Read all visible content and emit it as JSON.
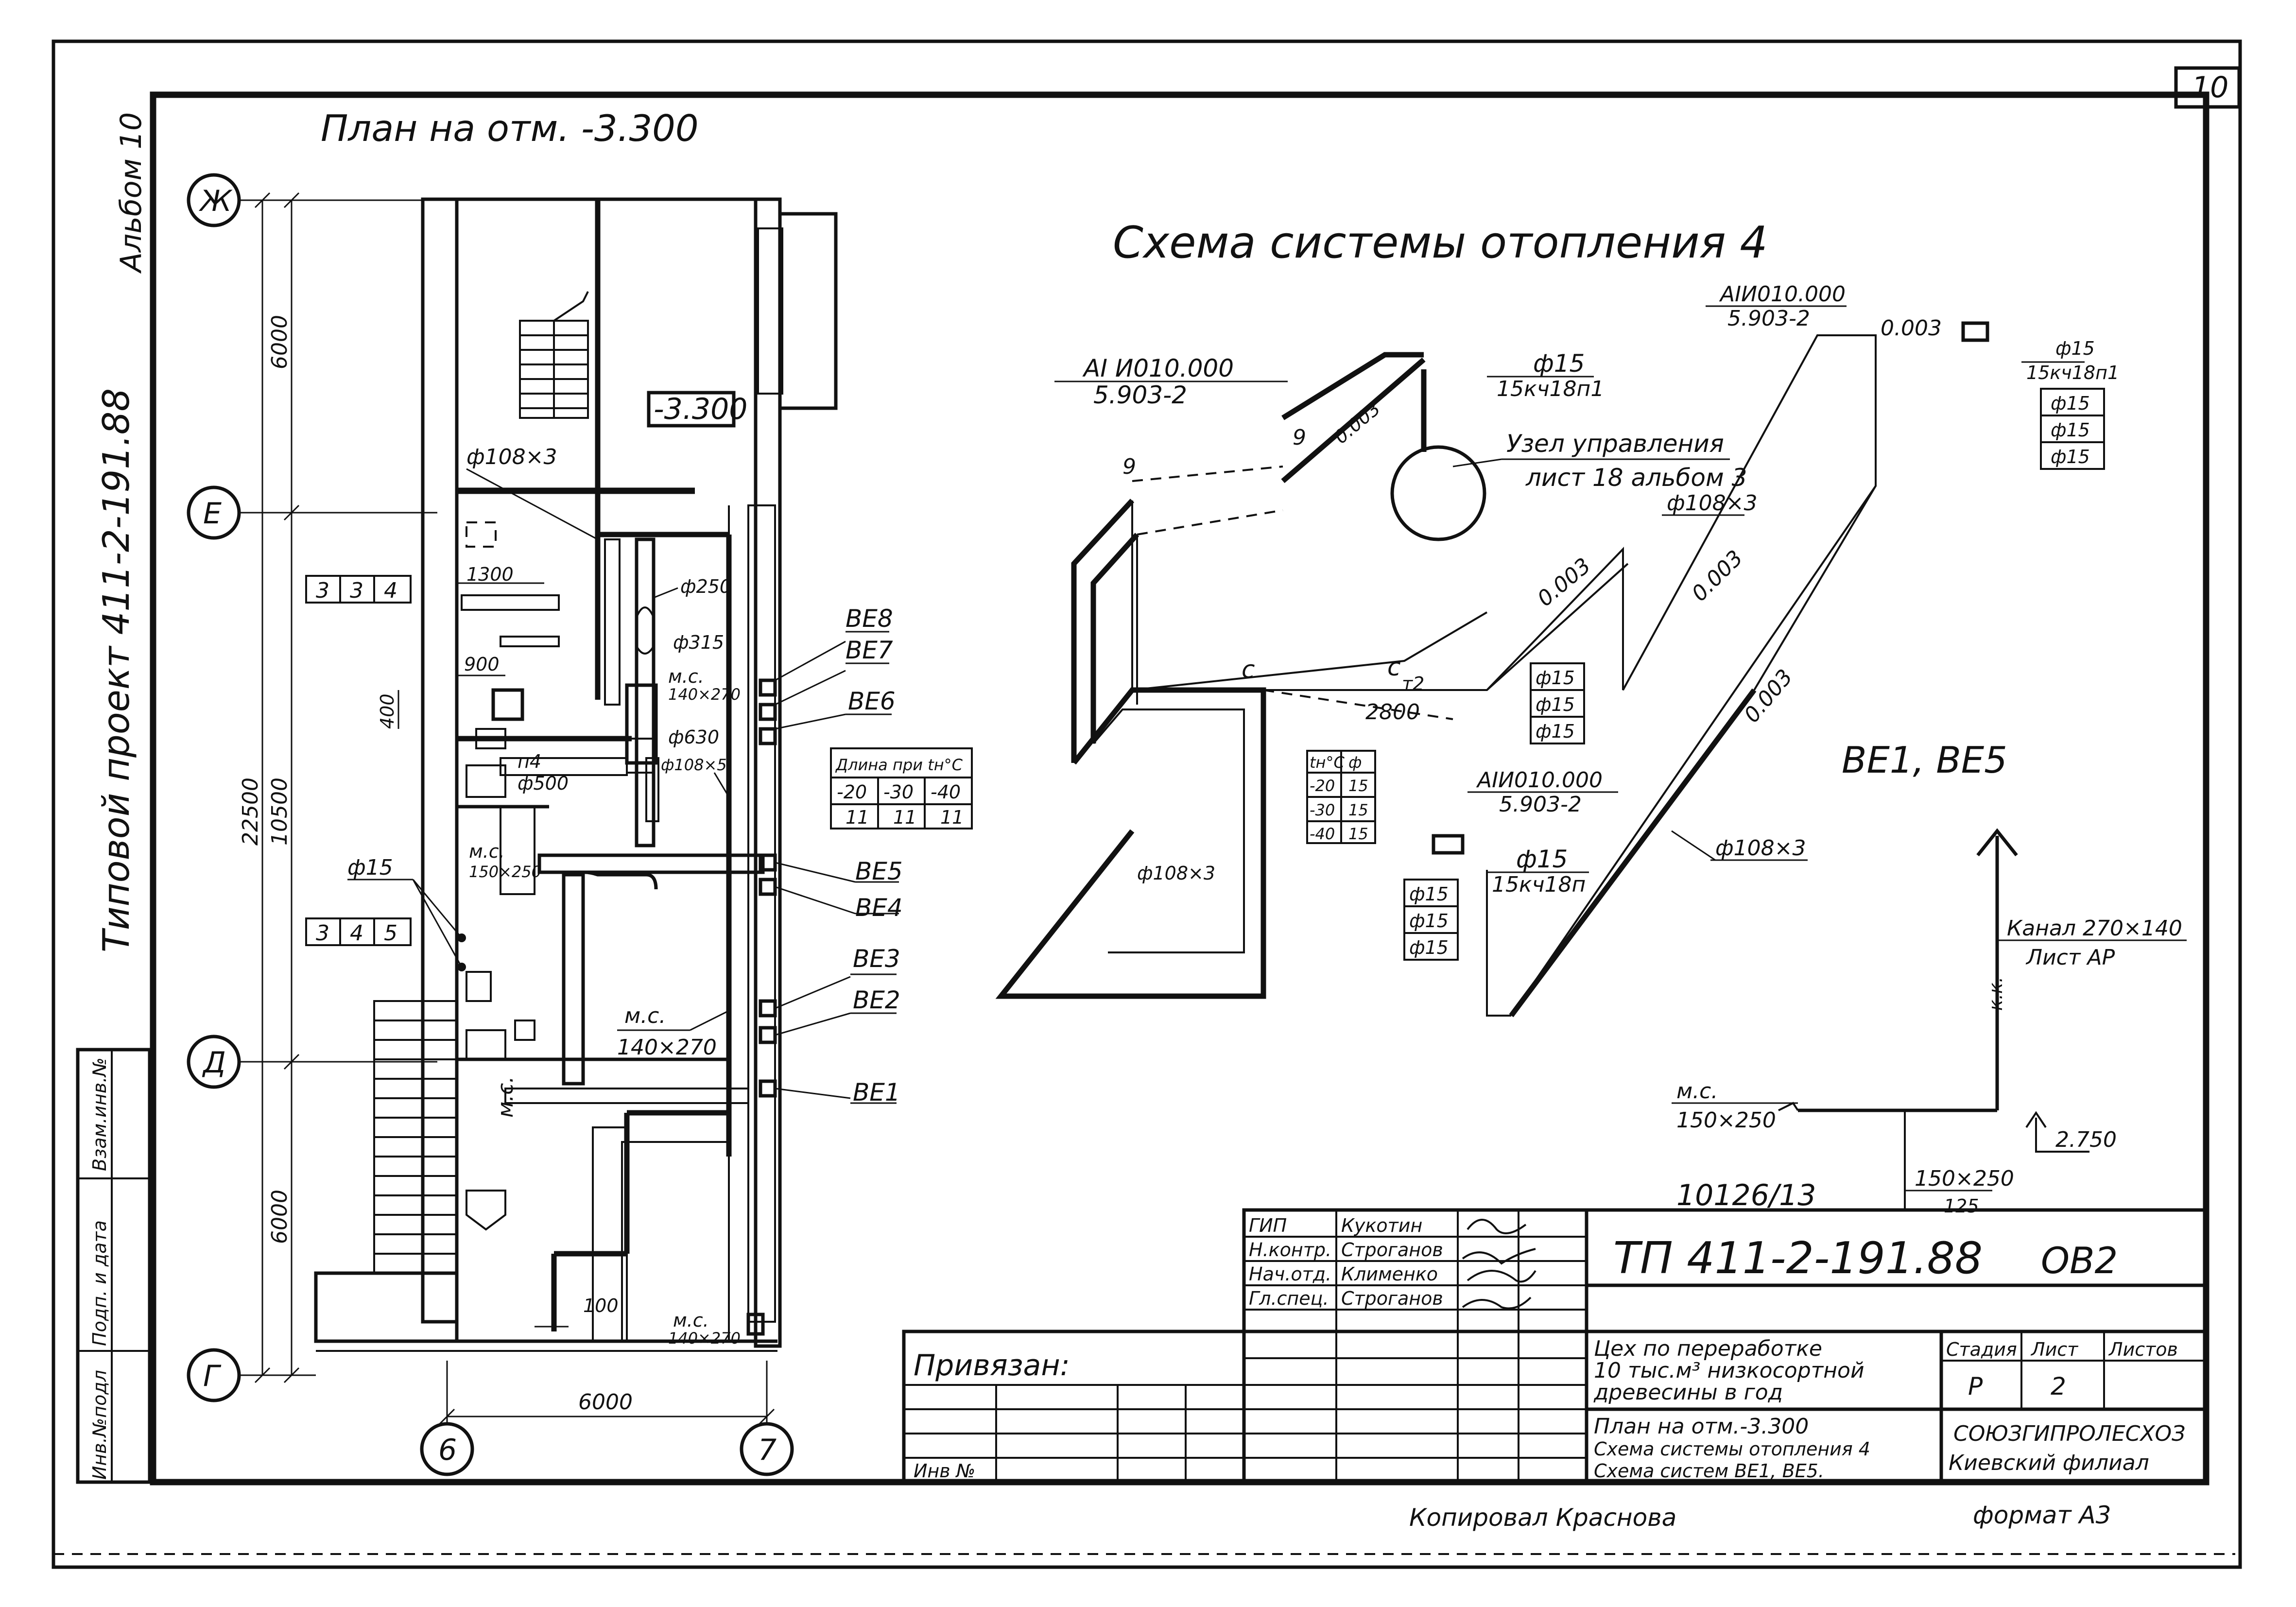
{
  "sheet": {
    "number": "10",
    "album": "Альбом 10",
    "project_side": "Типовой проект 411-2-191.88",
    "copied_by": "Копировал Краснова",
    "format": "формат А3",
    "archive_no": "10126/13"
  },
  "side_stamp": {
    "fields": [
      "Инв.№подл",
      "Подп. и дата",
      "Взам.инв.№"
    ]
  },
  "plan": {
    "title": "План на отм. -3.300",
    "axes_letters": [
      "Ж",
      "Е",
      "Д",
      "Г"
    ],
    "axes_numbers": [
      "6",
      "7"
    ],
    "dims": {
      "d6000_top": "6000",
      "d22500": "22500",
      "d10500": "10500",
      "d6000_bottom": "6000",
      "d6000_horizontal": "6000",
      "d100": "100",
      "d400": "400",
      "d900": "900",
      "d1300": "1300"
    },
    "level_mark": "-3.300",
    "tag_334": [
      "3",
      "3",
      "4"
    ],
    "tag_345": [
      "3",
      "4",
      "5"
    ],
    "labels": {
      "phi108_plan": "ф108×3",
      "phi250": "ф250",
      "phi315": "ф315",
      "mc_140_270_top": "м.с.",
      "mc_140_270_top_size": "140×270",
      "phi630": "ф630",
      "phi108_5": "ф108×5",
      "p4": "п4",
      "phi500": "ф500",
      "mc_150_250": "м.с.",
      "mc_150_250_size": "150×250",
      "phi15": "ф15",
      "mc_140_270_mid": "м.с.",
      "mc_140_270_mid_size": "140×270",
      "mc_vertical": "м.с.",
      "mc_140_270_bottom": "м.с.",
      "mc_140_270_bottom_size": "140×270"
    },
    "be_labels": [
      "ВЕ8",
      "ВЕ7",
      "ВЕ6",
      "ВЕ5",
      "ВЕ4",
      "ВЕ3",
      "ВЕ2",
      "ВЕ1"
    ],
    "length_table": {
      "title": "Длина при tн°С",
      "temps": [
        "-20",
        "-30",
        "-40"
      ],
      "values": [
        "11",
        "11",
        "11"
      ]
    }
  },
  "scheme": {
    "title": "Схема системы отопления 4",
    "node_label": "Узел управления",
    "node_sub": "лист 18 альбом 3",
    "refs": [
      {
        "line1": "АI И010.000",
        "line2": "5.903-2"
      },
      {
        "line1": "АIИ010.000",
        "line2": "5.903-2"
      },
      {
        "line1": "АIИ010.000",
        "line2": "5.903-2"
      }
    ],
    "valve_phi": "ф15",
    "valve_type_a": "15кч18п1",
    "valve_type_b": "15кч18п",
    "slope": "0.003",
    "pipe_108": "ф108×3",
    "phi15": "ф15",
    "point_9": "9",
    "point_c": "с",
    "point_t2": "т2",
    "d2800": "2800",
    "len_table": {
      "header": [
        "tн°С",
        "ф"
      ],
      "rows": [
        [
          "-20",
          "15"
        ],
        [
          "-30",
          "15"
        ],
        [
          "-40",
          "15"
        ]
      ]
    },
    "be_title": "ВЕ1, ВЕ5",
    "channel": "Канал 270×140",
    "channel_sub": "Лист АР",
    "mc_label": "м.с.",
    "mc_size": "150×250",
    "mc_size2": "150×250",
    "dim_125": "125",
    "level_2750": "2.750",
    "kk": "к.к."
  },
  "title_block": {
    "roles": [
      "ГИП",
      "Н.контр.",
      "Нач.отд.",
      "Гл.спец."
    ],
    "names": [
      "Кукотин",
      "Строганов",
      "Клименко",
      "Строганов"
    ],
    "project_code": "ТП 411-2-191.88",
    "mark": "ОВ2",
    "attached": "Привязан:",
    "inv": "Инв №",
    "object_lines": [
      "Цех по переработке",
      "10 тыс.м³ низкосортной",
      "древесины в год"
    ],
    "sheet_lines": [
      "План на отм.-3.300",
      "Схема системы отопления 4",
      "Схема систем ВЕ1, ВЕ5."
    ],
    "stage_head": "Стадия",
    "sheet_head": "Лист",
    "sheets_head": "Листов",
    "stage": "Р",
    "sheet_no": "2",
    "org_lines": [
      "СОЮЗГИПРОЛЕСХОЗ",
      "Киевский филиал"
    ]
  }
}
